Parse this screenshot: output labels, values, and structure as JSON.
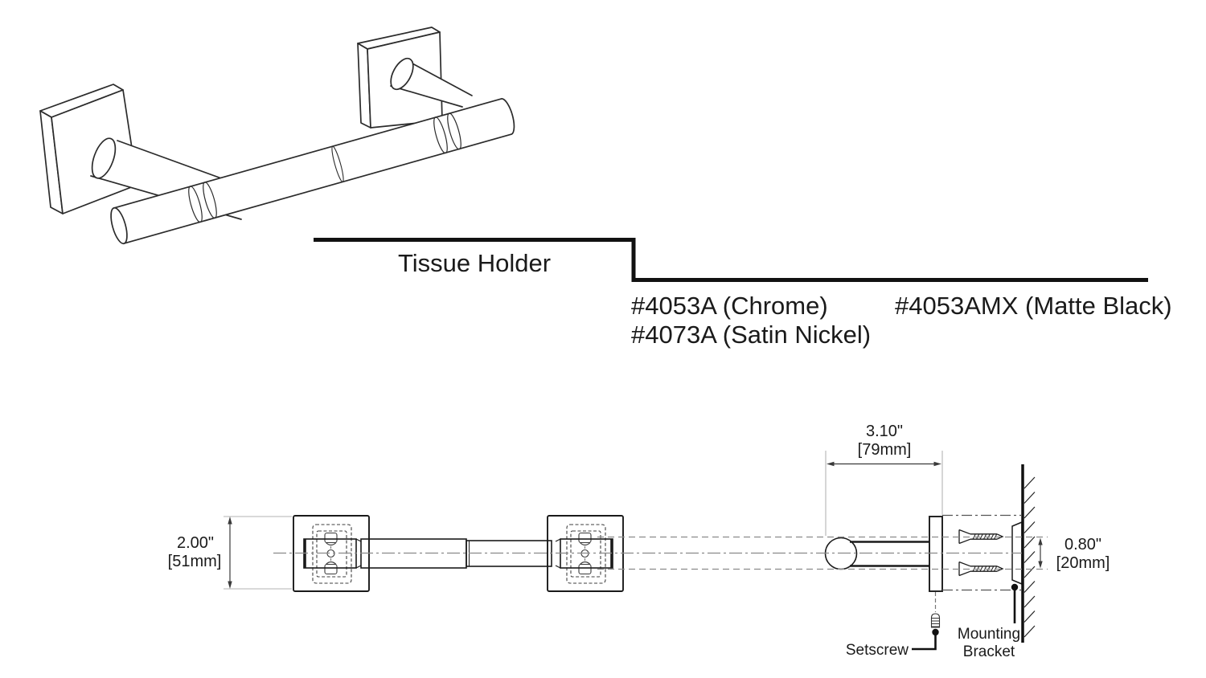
{
  "header": {
    "title": "Tissue Holder",
    "products": {
      "col1_line1": "#4053A (Chrome)",
      "col1_line2": "#4073A (Satin Nickel)",
      "col2_line1": "#4053AMX (Matte Black)"
    }
  },
  "dimensions": {
    "plate_height_in": "2.00\"",
    "plate_height_mm": "[51mm]",
    "projection_in": "3.10\"",
    "projection_mm": "[79mm]",
    "bar_diameter_in": "0.80\"",
    "bar_diameter_mm": "[20mm]"
  },
  "callouts": {
    "setscrew": "Setscrew",
    "mounting_line1": "Mounting",
    "mounting_line2": "Bracket"
  },
  "colors": {
    "line_black": "#1a1a1a",
    "drawing_line": "#2b2b2b",
    "dim_line": "#3a3a3a",
    "dashed_gray": "#8a8a8a",
    "dashdot_gray": "#555555",
    "extension_gray": "#b3b3b3",
    "background": "#ffffff"
  }
}
